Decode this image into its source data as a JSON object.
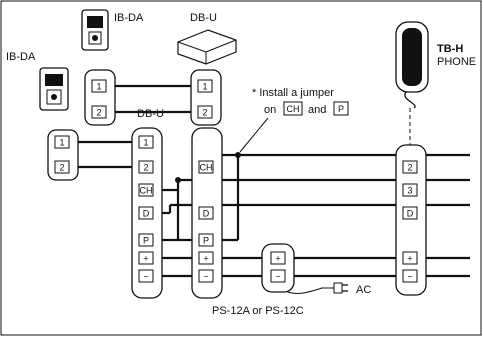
{
  "labels": {
    "ib_da_top": "IB-DA",
    "ib_da_left": "IB-DA",
    "db_u_top": "DB-U",
    "db_u_mid": "DB-U",
    "tb_h": "TB-H",
    "phone": "PHONE",
    "note_line1": "* Install a jumper",
    "note_on": "on",
    "note_ch": "CH",
    "note_and": "and",
    "note_p": "P",
    "ps_model": "PS-12A or PS-12C",
    "ac": "AC"
  },
  "terminals": {
    "one": "1",
    "two": "2",
    "three": "3",
    "ch": "CH",
    "d": "D",
    "p": "P",
    "plus": "+",
    "minus": "−"
  },
  "colors": {
    "line": "#111111",
    "background": "#ffffff"
  }
}
